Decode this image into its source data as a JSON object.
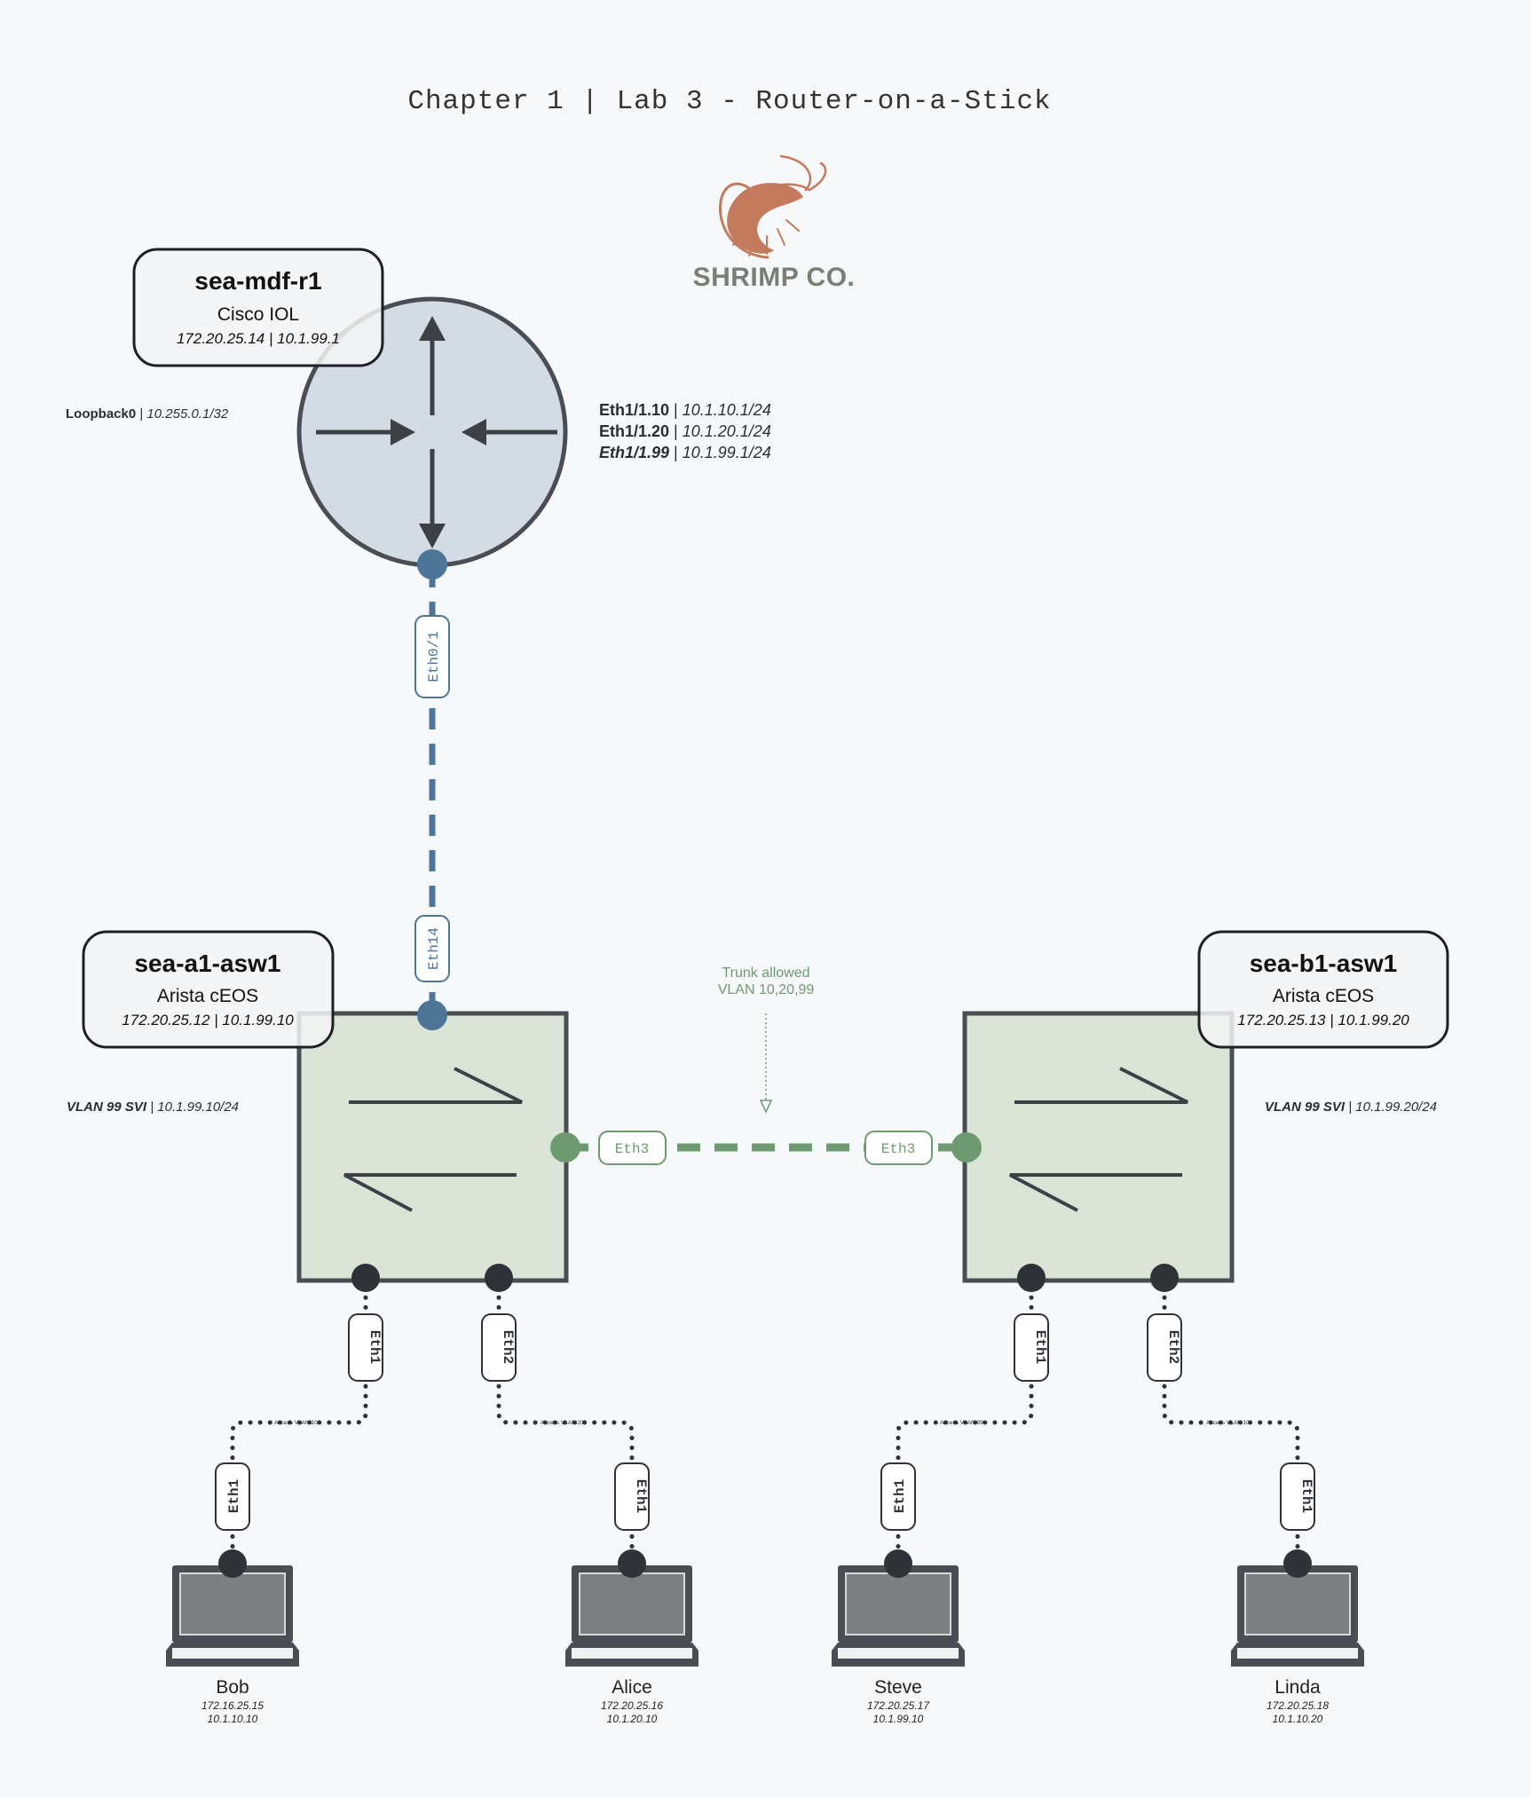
{
  "title": "Chapter 1 | Lab 3 - Router-on-a-Stick",
  "logo": {
    "text": "SHRIMP CO.",
    "icon": "shrimp-icon"
  },
  "colors": {
    "router_fill": "#d3dce5",
    "switch_fill": "#d9e4d6",
    "trunk_blue": "#4d7597",
    "trunk_green": "#6d9a70",
    "access_dots": "#2f3237",
    "outline": "#4a4e54",
    "logo_text": "#7a7e74",
    "shrimp": "#c47a5c"
  },
  "router": {
    "name": "sea-mdf-r1",
    "model": "Cisco IOL",
    "mgmt_ip": "172.20.25.14",
    "ip": "10.1.99.1",
    "loopback": {
      "label": "Loopback0",
      "ip": "10.255.0.1/32"
    },
    "subinterfaces": [
      {
        "name": "Eth1/1.10",
        "ip": "10.1.10.1/24"
      },
      {
        "name": "Eth1/1.20",
        "ip": "10.1.20.1/24"
      },
      {
        "name": "Eth1/1.99",
        "ip": "10.1.99.1/24"
      }
    ]
  },
  "switches": [
    {
      "name": "sea-a1-asw1",
      "model": "Arista cEOS",
      "mgmt_ip": "172.20.25.12",
      "ip": "10.1.99.10",
      "svi_label": "VLAN 99 SVI",
      "svi_ip": "10.1.99.10/24"
    },
    {
      "name": "sea-b1-asw1",
      "model": "Arista cEOS",
      "mgmt_ip": "172.20.25.13",
      "ip": "10.1.99.20",
      "svi_label": "VLAN 99 SVI",
      "svi_ip": "10.1.99.20/24"
    }
  ],
  "links": {
    "uplink": {
      "router_port": "Eth0/1",
      "switch_port": "Eth14"
    },
    "trunk": {
      "a_port": "Eth3",
      "b_port": "Eth3",
      "note_line1": "Trunk allowed",
      "note_line2": "VLAN 10,20,99"
    },
    "access": [
      {
        "switch_port": "Eth1",
        "host_port": "Eth1",
        "vlan": "Access VLAN 10"
      },
      {
        "switch_port": "Eth2",
        "host_port": "Eth1",
        "vlan": "Access VLAN 20"
      },
      {
        "switch_port": "Eth1",
        "host_port": "Eth1",
        "vlan": "Access VLAN 99"
      },
      {
        "switch_port": "Eth2",
        "host_port": "Eth1",
        "vlan": "Access VLAN 10"
      }
    ]
  },
  "hosts": [
    {
      "name": "Bob",
      "mgmt_ip": "172.16.25.15",
      "ip": "10.1.10.10"
    },
    {
      "name": "Alice",
      "mgmt_ip": "172.20.25.16",
      "ip": "10.1.20.10"
    },
    {
      "name": "Steve",
      "mgmt_ip": "172.20.25.17",
      "ip": "10.1.99.10"
    },
    {
      "name": "Linda",
      "mgmt_ip": "172.20.25.18",
      "ip": "10.1.10.20"
    }
  ]
}
